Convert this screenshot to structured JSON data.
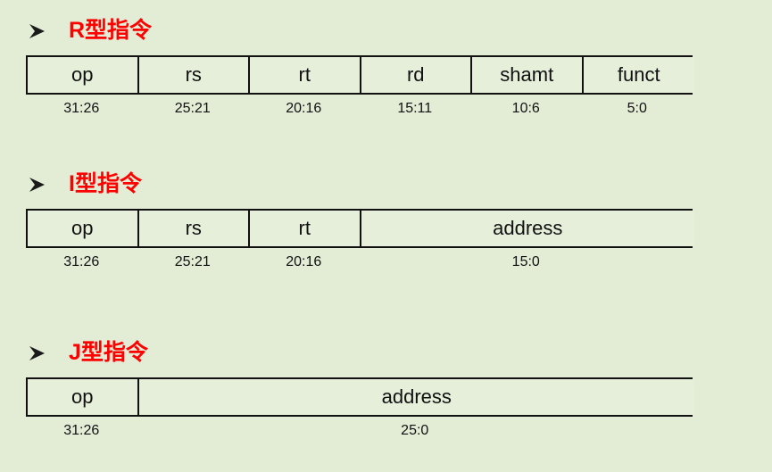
{
  "slide": {
    "background_color": "#e3edd6",
    "heading_color": "#ff0000",
    "border_color": "#111111",
    "bullet_icon": "arrowhead-bullet-icon"
  },
  "sections": [
    {
      "id": "r-type",
      "heading": "R型指令",
      "fields": [
        {
          "label": "op",
          "bits": "31:26",
          "span": 1
        },
        {
          "label": "rs",
          "bits": "25:21",
          "span": 1
        },
        {
          "label": "rt",
          "bits": "20:16",
          "span": 1
        },
        {
          "label": "rd",
          "bits": "15:11",
          "span": 1
        },
        {
          "label": "shamt",
          "bits": "10:6",
          "span": 1
        },
        {
          "label": "funct",
          "bits": "5:0",
          "span": 1
        }
      ]
    },
    {
      "id": "i-type",
      "heading": "I型指令",
      "fields": [
        {
          "label": "op",
          "bits": "31:26",
          "span": 1
        },
        {
          "label": "rs",
          "bits": "25:21",
          "span": 1
        },
        {
          "label": "rt",
          "bits": "20:16",
          "span": 1
        },
        {
          "label": "address",
          "bits": "15:0",
          "span": 3
        }
      ]
    },
    {
      "id": "j-type",
      "heading": "J型指令",
      "fields": [
        {
          "label": "op",
          "bits": "31:26",
          "span": 1
        },
        {
          "label": "address",
          "bits": "25:0",
          "span": 5
        }
      ]
    }
  ]
}
